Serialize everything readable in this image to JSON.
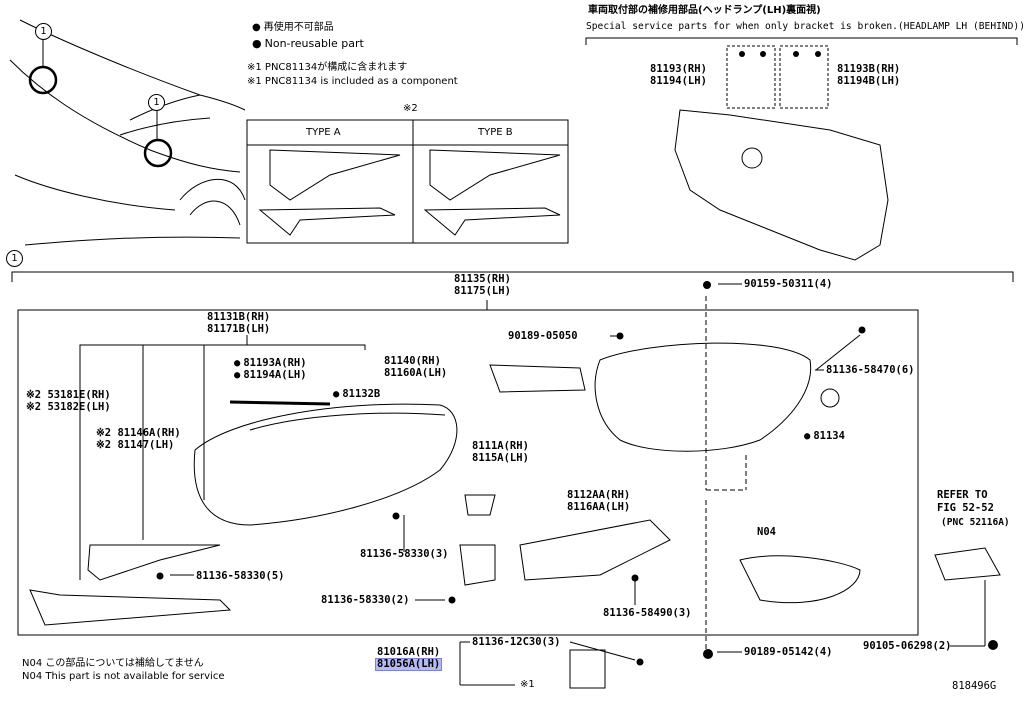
{
  "legend": {
    "jp_nonreusable": "再使用不可部品",
    "en_nonreusable": "Non-reusable part",
    "jp_pnc_note": "※1 PNC81134が構成に含まれます",
    "en_pnc_note": "※1 PNC81134 is included as a component",
    "note2_mark": "※2",
    "type_a": "TYPE A",
    "type_b": "TYPE B"
  },
  "service_box": {
    "jp_title": "車両取付部の補修用部品(ヘッドランプ(LH)裏面視)",
    "en_title": "Special service parts for when only bracket is broken.(HEADLAMP LH (BEHIND))",
    "p1": "81193(RH)",
    "p2": "81194(LH)",
    "p3": "81193B(RH)",
    "p4": "81194B(LH)"
  },
  "callouts": {
    "one": "1"
  },
  "assembly": {
    "rh": "81135(RH)",
    "lh": "81175(LH)"
  },
  "parts": {
    "p90159": "90159-50311(4)",
    "p81131b": "81131B(RH)",
    "p81171b": "81171B(LH)",
    "p90189a": "90189-05050",
    "p81140": "81140(RH)",
    "p81160a": "81160A(LH)",
    "p81136_58470": "81136-58470(6)",
    "p53181e": "※2 53181E(RH)",
    "p53182e": "※2 53182E(LH)",
    "p81193a": "81193A(RH)",
    "p81194a": "81194A(LH)",
    "p81132b": "81132B",
    "p81134": "81134",
    "p81146a": "※2 81146A(RH)",
    "p81147": "※2 81147(LH)",
    "p8111a": "8111A(RH)",
    "p8115a": "8115A(LH)",
    "p8112aa": "8112AA(RH)",
    "p8116aa": "8116AA(LH)",
    "refer1": "REFER TO",
    "refer2": "FIG 52-52",
    "refer3": "(PNC 52116A)",
    "n04": "N04",
    "p81136_58330_3": "81136-58330(3)",
    "p81136_58330_5": "81136-58330(5)",
    "p81136_58330_2": "81136-58330(2)",
    "p81136_58490": "81136-58490(3)",
    "p81136_12c30": "81136-12C30(3)",
    "p81016a": "81016A(RH)",
    "p81056a": "81056A(LH)",
    "mark1": "※1",
    "p90189b": "90189-05142(4)",
    "p90105": "90105-06298(2)"
  },
  "footer": {
    "jp_n04": "N04  この部品については補給してません",
    "en_n04": "N04  This part is not available for service",
    "figure_id": "818496G"
  }
}
